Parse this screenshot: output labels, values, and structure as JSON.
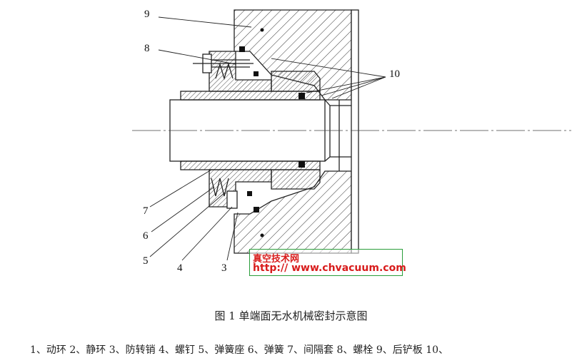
{
  "callouts": [
    "9",
    "8",
    "10",
    "7",
    "6",
    "5",
    "4",
    "3"
  ],
  "watermark": {
    "site_name": "真空技术网",
    "url": "http:// www.chvacuum.com"
  },
  "caption": "图 1  单端面无水机械密封示意图",
  "legend": "1、动环 2、静环 3、防转销 4、螺钉 5、弹簧座 6、弹簧 7、间隔套 8、螺栓 9、后铲板 10、"
}
